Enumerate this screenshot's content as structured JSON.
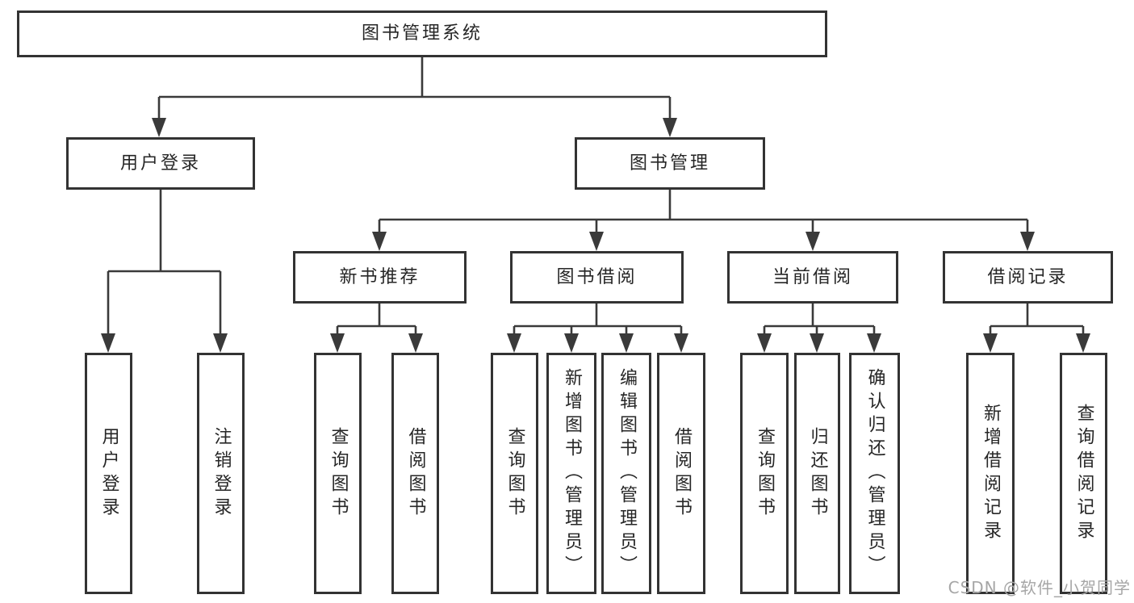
{
  "theme": {
    "line_color": "#3a3a3a",
    "box_border_color": "#333333",
    "text_color": "#262626",
    "watermark_color": "#a6a6a6",
    "background": "#ffffff"
  },
  "watermark": {
    "text": "CSDN @软件_小贺同学"
  },
  "tree": {
    "root": {
      "label": "图书管理系统"
    },
    "user_login": {
      "label": "用户登录",
      "children": {
        "login": {
          "label": "用户登录"
        },
        "logout": {
          "label": "注销登录"
        }
      }
    },
    "book_mgmt": {
      "label": "图书管理",
      "children": {
        "new_books": {
          "label": "新书推荐",
          "children": {
            "query_books": {
              "label": "查询图书"
            },
            "borrow_books": {
              "label": "借阅图书"
            }
          }
        },
        "book_borrow": {
          "label": "图书借阅",
          "children": {
            "query_books": {
              "label": "查询图书"
            },
            "add_books": {
              "label": "新增图书（管理员）"
            },
            "edit_books": {
              "label": "编辑图书（管理员）"
            },
            "borrow_books": {
              "label": "借阅图书"
            }
          }
        },
        "current_borrow": {
          "label": "当前借阅",
          "children": {
            "query_books": {
              "label": "查询图书"
            },
            "return_books": {
              "label": "归还图书"
            },
            "confirm_return": {
              "label": "确认归还（管理员）"
            }
          }
        },
        "borrow_records": {
          "label": "借阅记录",
          "children": {
            "add_record": {
              "label": "新增借阅记录"
            },
            "query_record": {
              "label": "查询借阅记录"
            }
          }
        }
      }
    }
  }
}
